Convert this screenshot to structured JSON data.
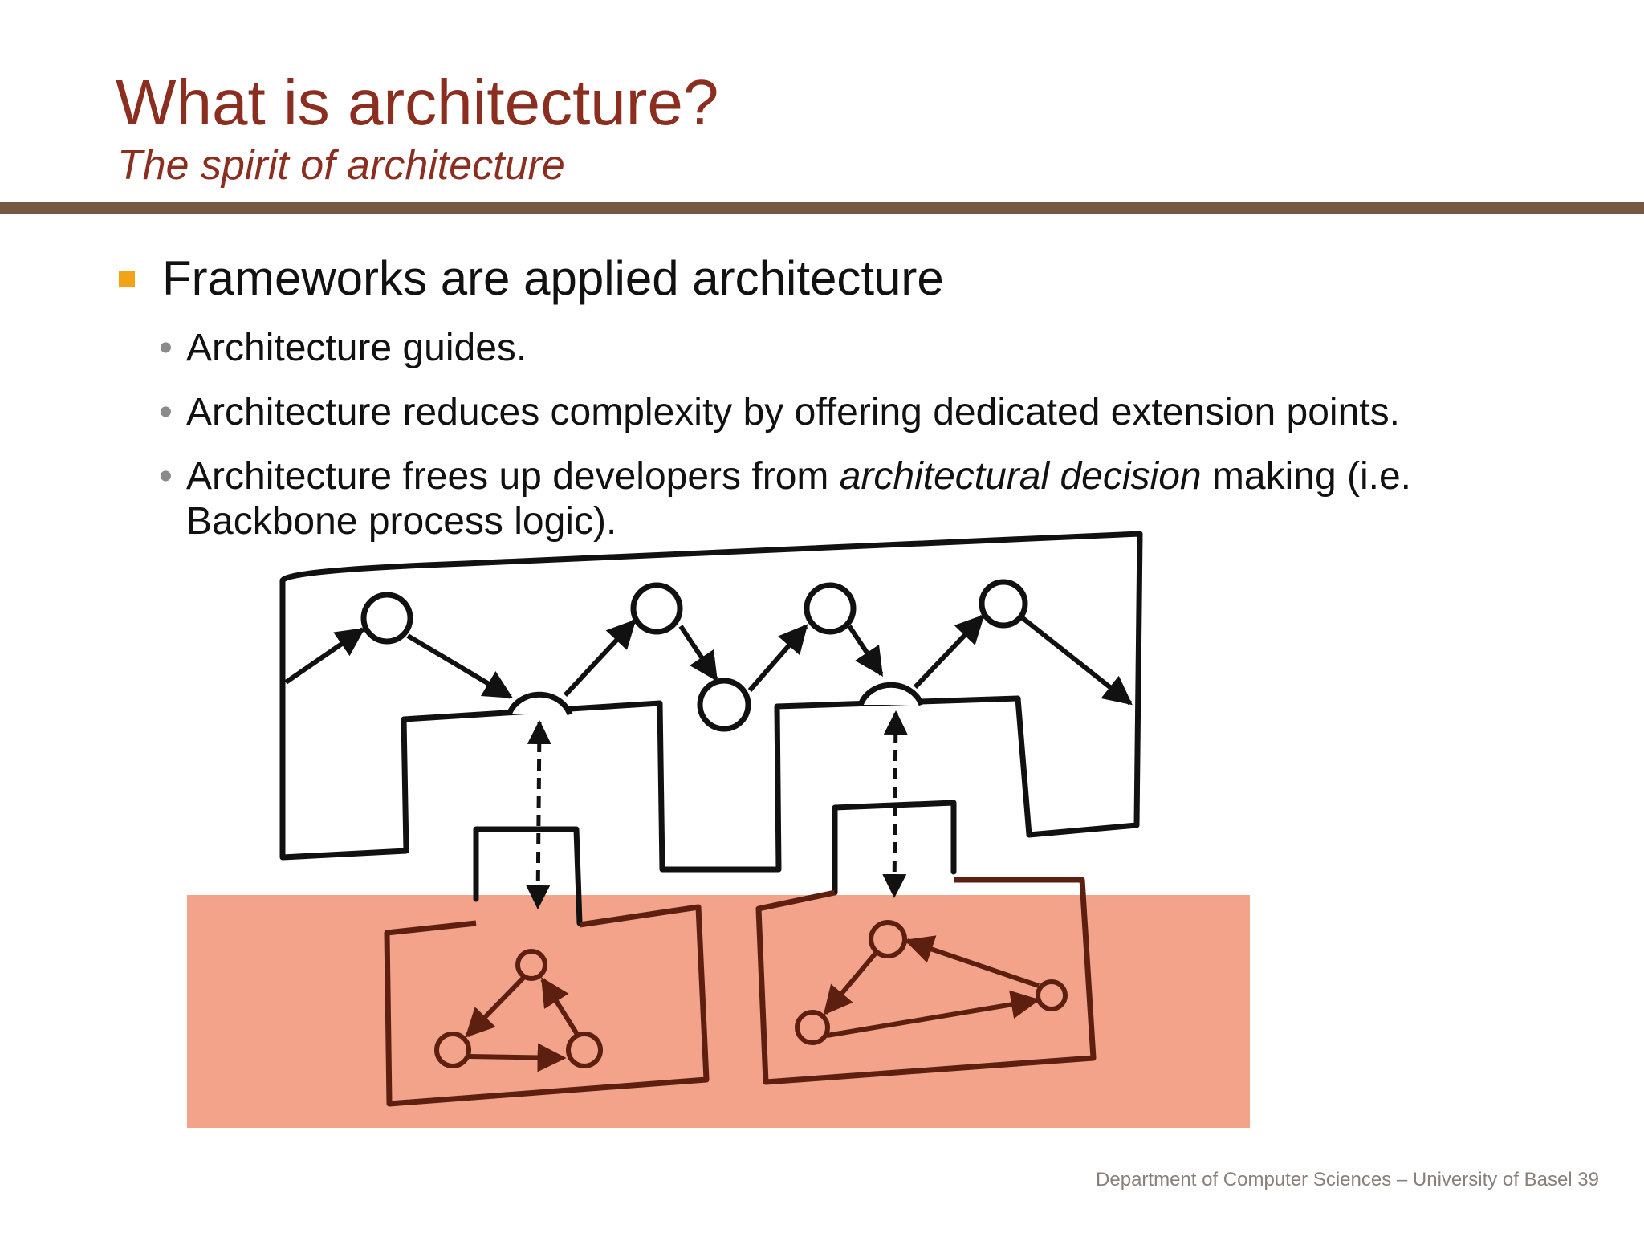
{
  "slide": {
    "title": "What is architecture?",
    "subtitle": "The spirit of architecture"
  },
  "bullets": {
    "main": "Frameworks are applied architecture",
    "sub1": "Architecture guides.",
    "sub2": "Architecture reduces complexity by offering dedicated extension points.",
    "sub3_part1": "Architecture frees up developers from ",
    "sub3_italic": "architectural decision",
    "sub3_part2": " making (i.e.",
    "sub3_line2": "Backbone process logic)."
  },
  "colors": {
    "title": "#8b2e1f",
    "rule": "#765744",
    "bullet": "#f5a316",
    "highlight": "#f2a389"
  },
  "footer": {
    "text": "Department of Computer Sciences – University of Basel 39"
  }
}
